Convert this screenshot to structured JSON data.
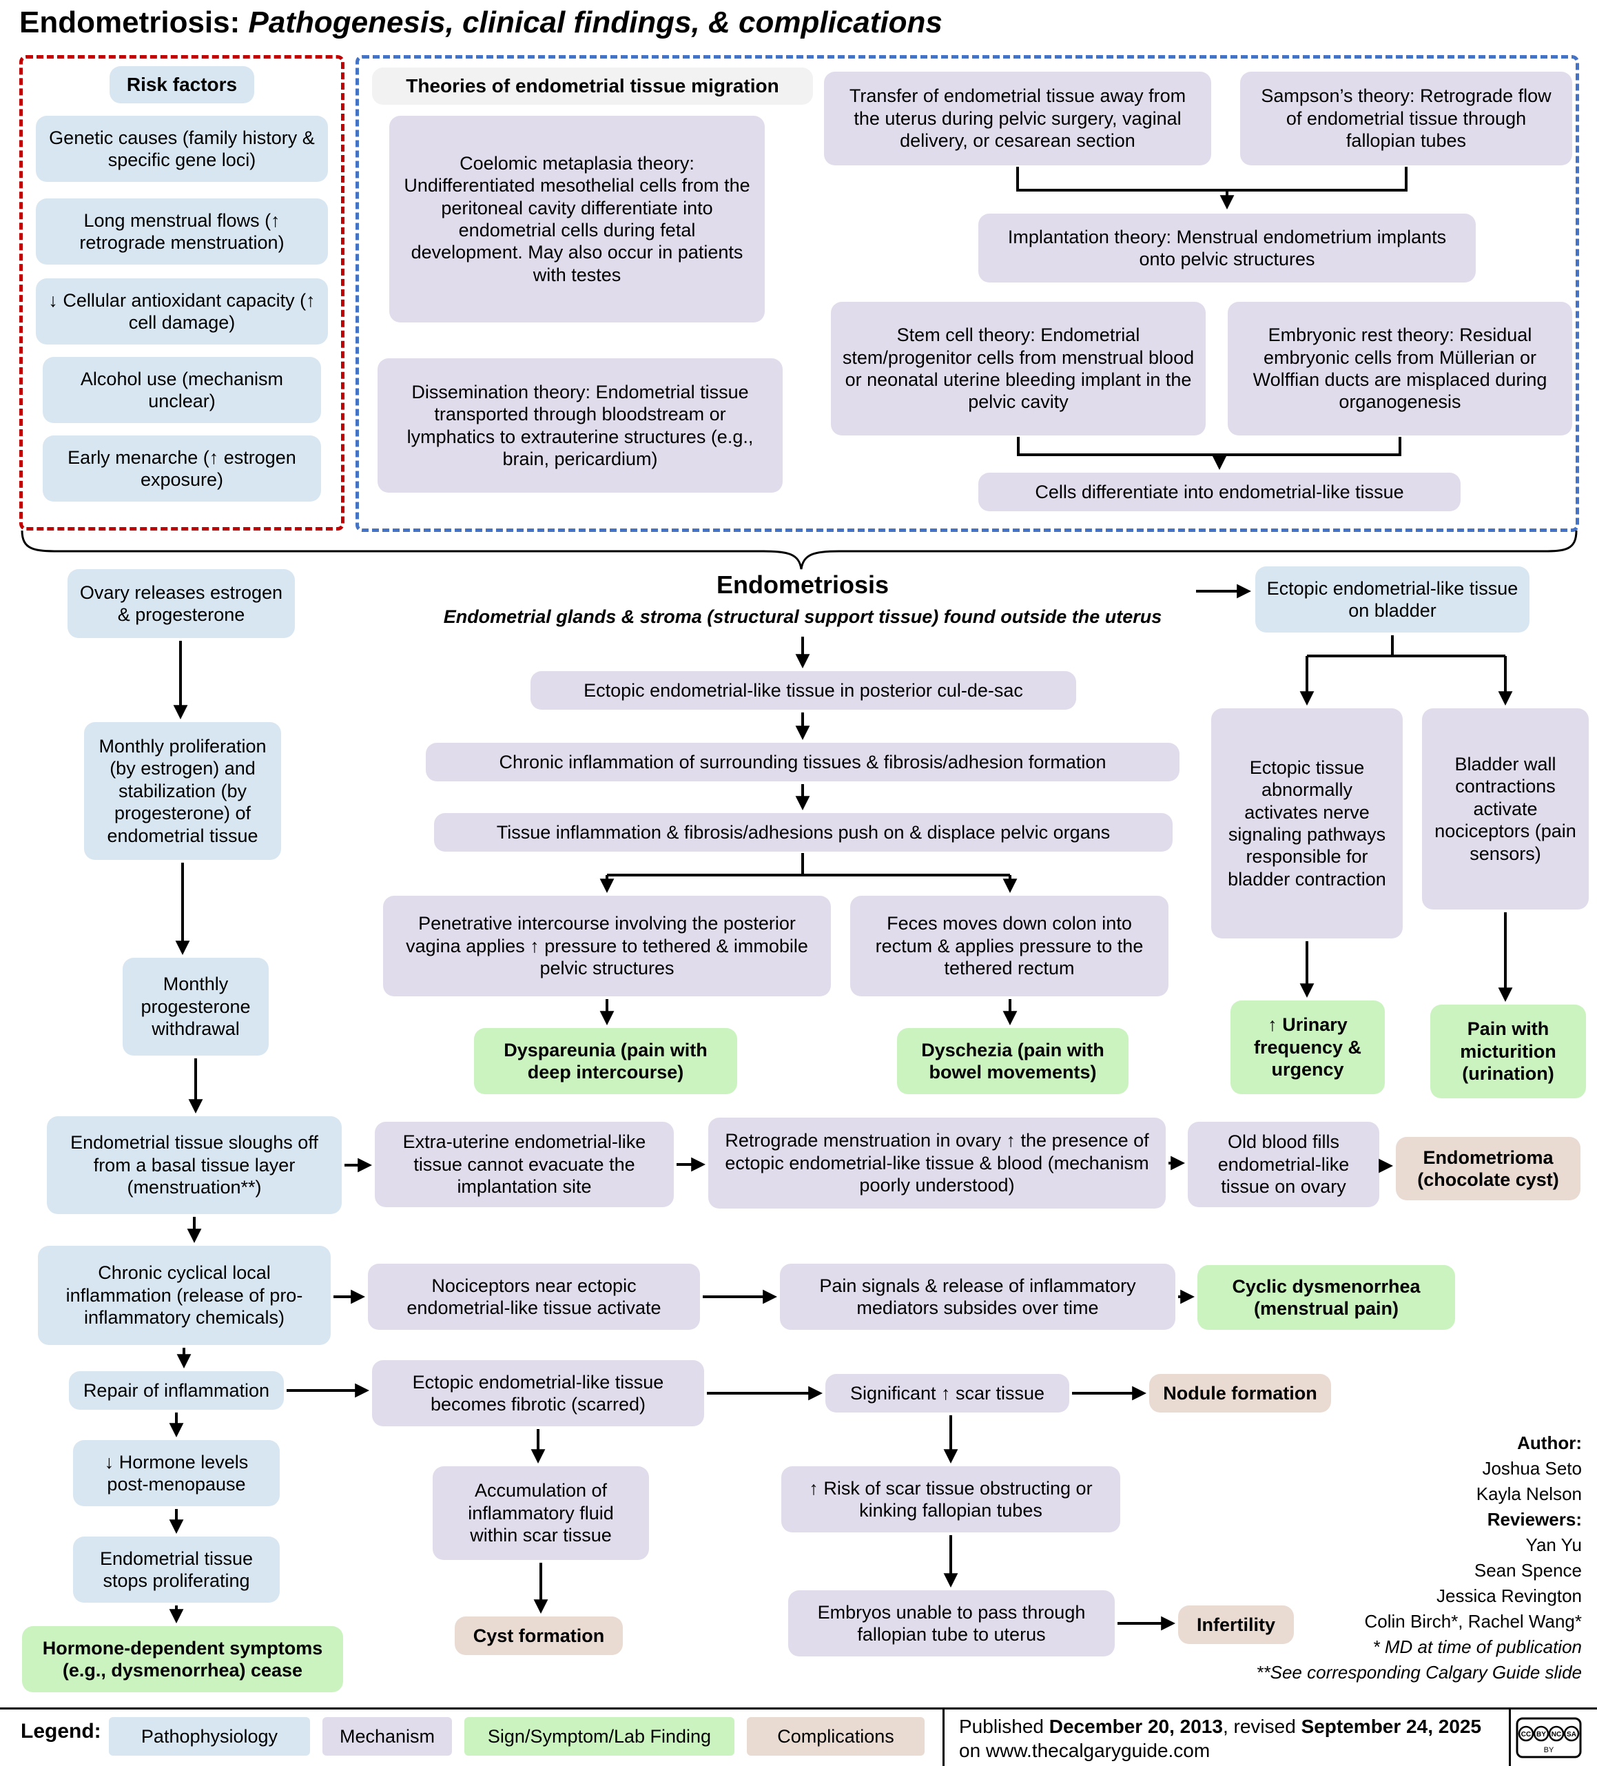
{
  "title": {
    "lead": "Endometriosis:",
    "tail": " Pathogenesis, clinical findings, & complications"
  },
  "risk": {
    "header": "Risk factors",
    "items": [
      "Genetic causes (family history & specific gene loci)",
      "Long menstrual flows (↑ retrograde menstruation)",
      "↓ Cellular antioxidant capacity (↑ cell damage)",
      "Alcohol use (mechanism unclear)",
      "Early menarche (↑ estrogen exposure)"
    ]
  },
  "theories": {
    "header": "Theories of endometrial tissue migration",
    "coelomic": "Coelomic metaplasia theory: Undifferentiated mesothelial cells from the peritoneal cavity differentiate into endometrial cells during fetal development. May also occur in patients with testes",
    "dissemination": "Dissemination theory: Endometrial tissue transported through bloodstream or lymphatics to extrauterine structures (e.g., brain, pericardium)",
    "transfer": "Transfer of endometrial tissue away from the uterus during pelvic surgery, vaginal delivery, or cesarean section",
    "sampson": "Sampson’s theory: Retrograde flow of endometrial tissue through fallopian tubes",
    "implantation": "Implantation theory: Menstrual endometrium implants onto pelvic structures",
    "stem_cell": "Stem cell theory: Endometrial stem/progenitor cells from menstrual blood or neonatal uterine bleeding implant in the pelvic cavity",
    "embryonic": "Embryonic rest theory: Residual embryonic cells from Müllerian or Wolffian ducts are misplaced during organogenesis",
    "differentiate": "Cells differentiate into endometrial-like tissue"
  },
  "central": {
    "heading": "Endometriosis",
    "subheading": "Endometrial glands & stroma (structural support tissue) found outside the uterus",
    "culdesac": "Ectopic endometrial-like tissue in posterior cul-de-sac",
    "inflammation": "Chronic inflammation of surrounding tissues & fibrosis/adhesion formation",
    "displace": "Tissue inflammation & fibrosis/adhesions push on & displace pelvic organs",
    "intercourse": "Penetrative intercourse involving the posterior vagina applies ↑ pressure to tethered & immobile pelvic structures",
    "dyspareunia": "Dyspareunia (pain with deep intercourse)",
    "feces": "Feces moves down colon into rectum & applies pressure to the tethered rectum",
    "dyschezia": "Dyschezia (pain with bowel movements)"
  },
  "hormonal": {
    "ovary": "Ovary releases estrogen & progesterone",
    "proliferation": "Monthly proliferation (by estrogen) and stabilization (by progesterone) of endometrial tissue",
    "withdrawal": "Monthly progesterone withdrawal",
    "sloughs": "Endometrial tissue sloughs off from a basal tissue layer (menstruation**)",
    "cyclical": "Chronic cyclical local inflammation (release of pro-inflammatory chemicals)",
    "repair": "Repair of inflammation",
    "postmenopause": "↓ Hormone levels post-menopause",
    "stops": "Endometrial tissue stops proliferating",
    "cease": "Hormone-dependent symptoms (e.g., dysmenorrhea) cease"
  },
  "bladder": {
    "ectopic": "Ectopic endometrial-like tissue on bladder",
    "nerve": "Ectopic tissue abnormally activates nerve signaling pathways responsible for bladder contraction",
    "contractions": "Bladder wall contractions activate nociceptors (pain sensors)",
    "urinary": "↑ Urinary frequency & urgency",
    "micturition": "Pain with micturition (urination)"
  },
  "ovary_path": {
    "extra_uterine": "Extra-uterine endometrial-like tissue cannot evacuate the implantation site",
    "retrograde": "Retrograde menstruation in ovary ↑ the presence of ectopic endometrial-like tissue & blood (mechanism poorly understood)",
    "old_blood": "Old blood fills endometrial-like tissue on ovary",
    "endometrioma": "Endometrioma (chocolate cyst)"
  },
  "pain_path": {
    "nociceptors": "Nociceptors near ectopic endometrial-like tissue activate",
    "mediators": "Pain signals & release of inflammatory mediators subsides over time",
    "dysmenorrhea": "Cyclic dysmenorrhea (menstrual pain)"
  },
  "scar_path": {
    "fibrotic": "Ectopic endometrial-like tissue becomes fibrotic (scarred)",
    "scar": "Significant ↑ scar tissue",
    "nodule": "Nodule formation",
    "fluid": "Accumulation of inflammatory fluid within scar tissue",
    "cyst": "Cyst formation",
    "obstruct": "↑ Risk of scar tissue obstructing or kinking fallopian tubes",
    "embryos": "Embryos unable to pass through fallopian tube to uterus",
    "infertility": "Infertility"
  },
  "credits": {
    "author_label": "Author:",
    "authors": [
      "Joshua Seto",
      "Kayla Nelson"
    ],
    "reviewers_label": "Reviewers:",
    "reviewers": [
      "Yan Yu",
      "Sean Spence",
      "Jessica Revington",
      "Colin Birch*, Rachel Wang*"
    ],
    "note1": "* MD at time of publication",
    "note2": "**See corresponding Calgary Guide slide"
  },
  "legend": {
    "label": "Legend:",
    "items": [
      {
        "label": "Pathophysiology",
        "color": "#d8e6f1"
      },
      {
        "label": "Mechanism",
        "color": "#e1dceb"
      },
      {
        "label": "Sign/Symptom/Lab Finding",
        "color": "#cbf3c0"
      },
      {
        "label": "Complications",
        "color": "#e9dad2"
      }
    ],
    "published": {
      "p1": "Published ",
      "b1": "December 20, 2013",
      "p2": ", revised ",
      "b2": "September 24, 2025",
      "p3": " on www.thecalgaryguide.com"
    },
    "cc": [
      "CC",
      "BY",
      "NC",
      "SA"
    ]
  },
  "colors": {
    "pathophysiology": "#d8e6f1",
    "mechanism": "#e1dceb",
    "sign_symptom": "#cbf3c0",
    "complication": "#e9dad2",
    "risk_border": "#c00000",
    "theories_border": "#4472c4"
  }
}
